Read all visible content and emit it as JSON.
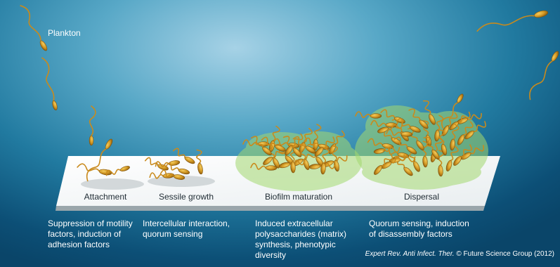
{
  "plankton_label": "Plankton",
  "stages": [
    {
      "label": "Attachment",
      "description": "Suppression of motility\nfactors, induction of\nadhesion factors"
    },
    {
      "label": "Sessile growth",
      "description": "Intercellular interaction,\nquorum sensing"
    },
    {
      "label": "Biofilm maturation",
      "description": "Induced extracellular\npolysaccharides (matrix)\nsynthesis, phenotypic\ndiversity"
    },
    {
      "label": "Dispersal",
      "description": "Quorum sensing, induction\nof disassembly factors"
    }
  ],
  "credit": {
    "journal": "Expert Rev. Anti Infect. Ther.",
    "rest": " © Future Science Group (2012)"
  },
  "colors": {
    "bacterium": "#c98a1c",
    "bacterium_highlight": "#f0c050",
    "matrix": "#a3d870",
    "surface": "#f7f7f7"
  }
}
